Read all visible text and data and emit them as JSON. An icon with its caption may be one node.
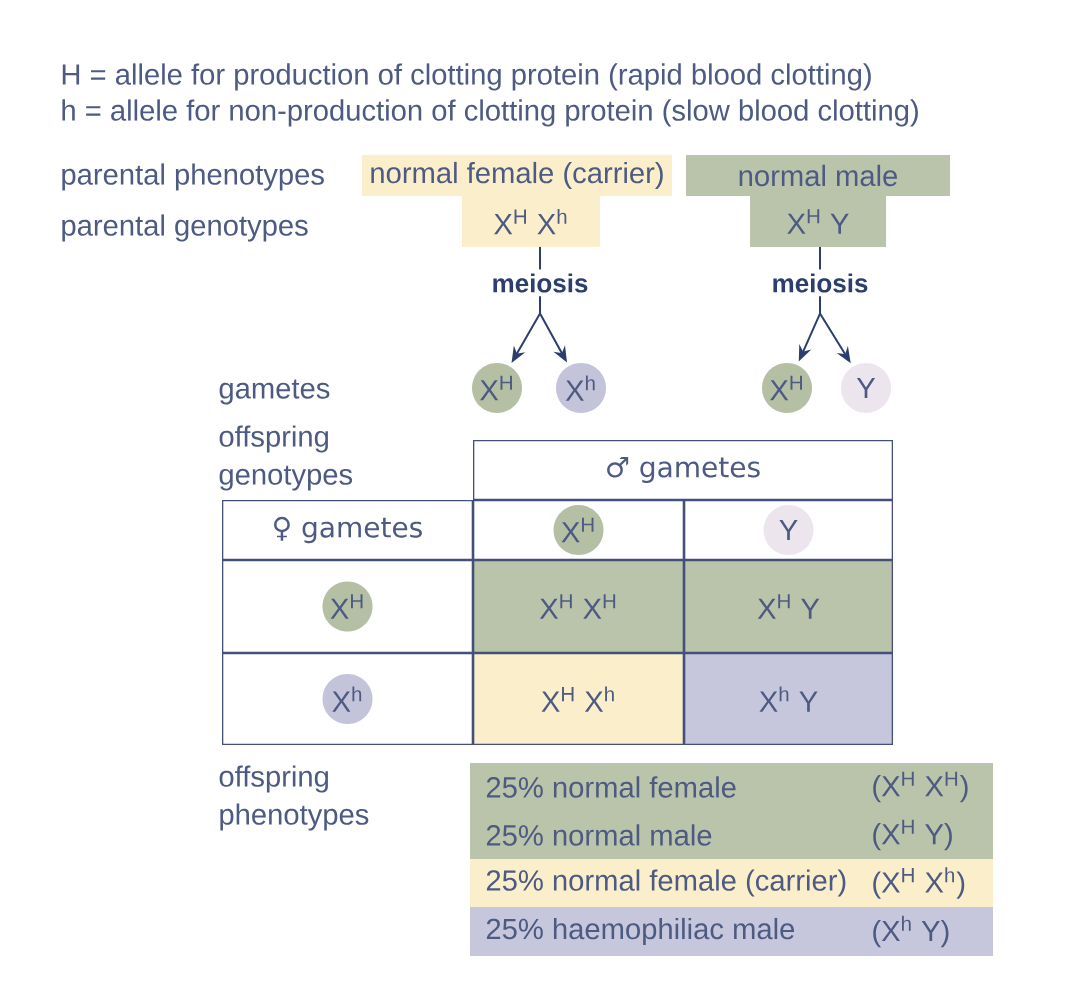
{
  "diagram": {
    "nodes": [
      {
        "text": [
          "normal female (carrier)"
        ]
      },
      {
        "text": [
          "normal male"
        ]
      },
      {
        "text": [
          "X$^{H}$ X$^{h}$"
        ]
      },
      {
        "text": [
          "X$^{H}$ Y"
        ]
      },
      {
        "text": [
          "meiosis"
        ]
      },
      {
        "text": [
          "meiosis"
        ]
      },
      {
        "text": [
          "X$^{H}$"
        ]
      },
      {
        "text": [
          "X$^{h}$"
        ]
      },
      {
        "text": [
          "X$^{H}$"
        ]
      },
      {
        "text": [
          "Y"
        ]
      },
      {
        "text": [
          "♂ gametes"
        ]
      },
      {
        "text": [
          "♀ gametes"
        ]
      },
      {
        "text": [],
        "shape": "box"
      },
      {
        "text": [
          "X$^{H}$"
        ],
        "in": 12
      },
      {
        "text": [],
        "shape": "box"
      },
      {
        "text": [
          "Y"
        ],
        "in": 14
      },
      {
        "text": [],
        "shape": "box"
      },
      {
        "text": [
          "X$^{H}$"
        ],
        "in": 16
      },
      {
        "text": [
          "X$^{H}$ X$^{H}$"
        ]
      },
      {
        "text": [
          "X$^{H}$ Y"
        ]
      },
      {
        "text": [],
        "shape": "box"
      },
      {
        "text": [
          "X$^{h}$"
        ],
        "in": 20
      },
      {
        "text": [
          "X$^{H}$ X$^{h}$"
        ]
      },
      {
        "text": [
          "X$^{h}$ Y"
        ]
      },
      {
        "text": [
          "25% normal female",
          "(X$^{H}$ X$^{H}$)",
          "25% normal male",
          "(X$^{H}$ Y)"
        ]
      },
      {
        "text": [
          "25% normal female (carrier)",
          "(X$^{H}$ X$^{h}$)"
        ]
      },
      {
        "text": [
          "25% haemophiliac male",
          "(X$^{h}$ Y)"
        ]
      }
    ],
    "edges": [
      {
        "from": 2,
        "to": 4,
        "arrow": "none"
      },
      {
        "from": 4,
        "to": 6,
        "arrow": "to"
      },
      {
        "from": 4,
        "to": 7,
        "arrow": "to"
      },
      {
        "from": 3,
        "to": 5,
        "arrow": "none"
      },
      {
        "from": 5,
        "to": 8,
        "arrow": "to"
      },
      {
        "from": 5,
        "to": 9,
        "arrow": "to"
      }
    ],
    "labels": [
      "H = allele for production of clotting protein (rapid blood clotting)",
      "h = allele for non-production of clotting protein (slow blood clotting)",
      "parental phenotypes",
      "parental genotypes",
      "gametes",
      "offspring genotypes",
      "offspring phenotypes"
    ]
  }
}
